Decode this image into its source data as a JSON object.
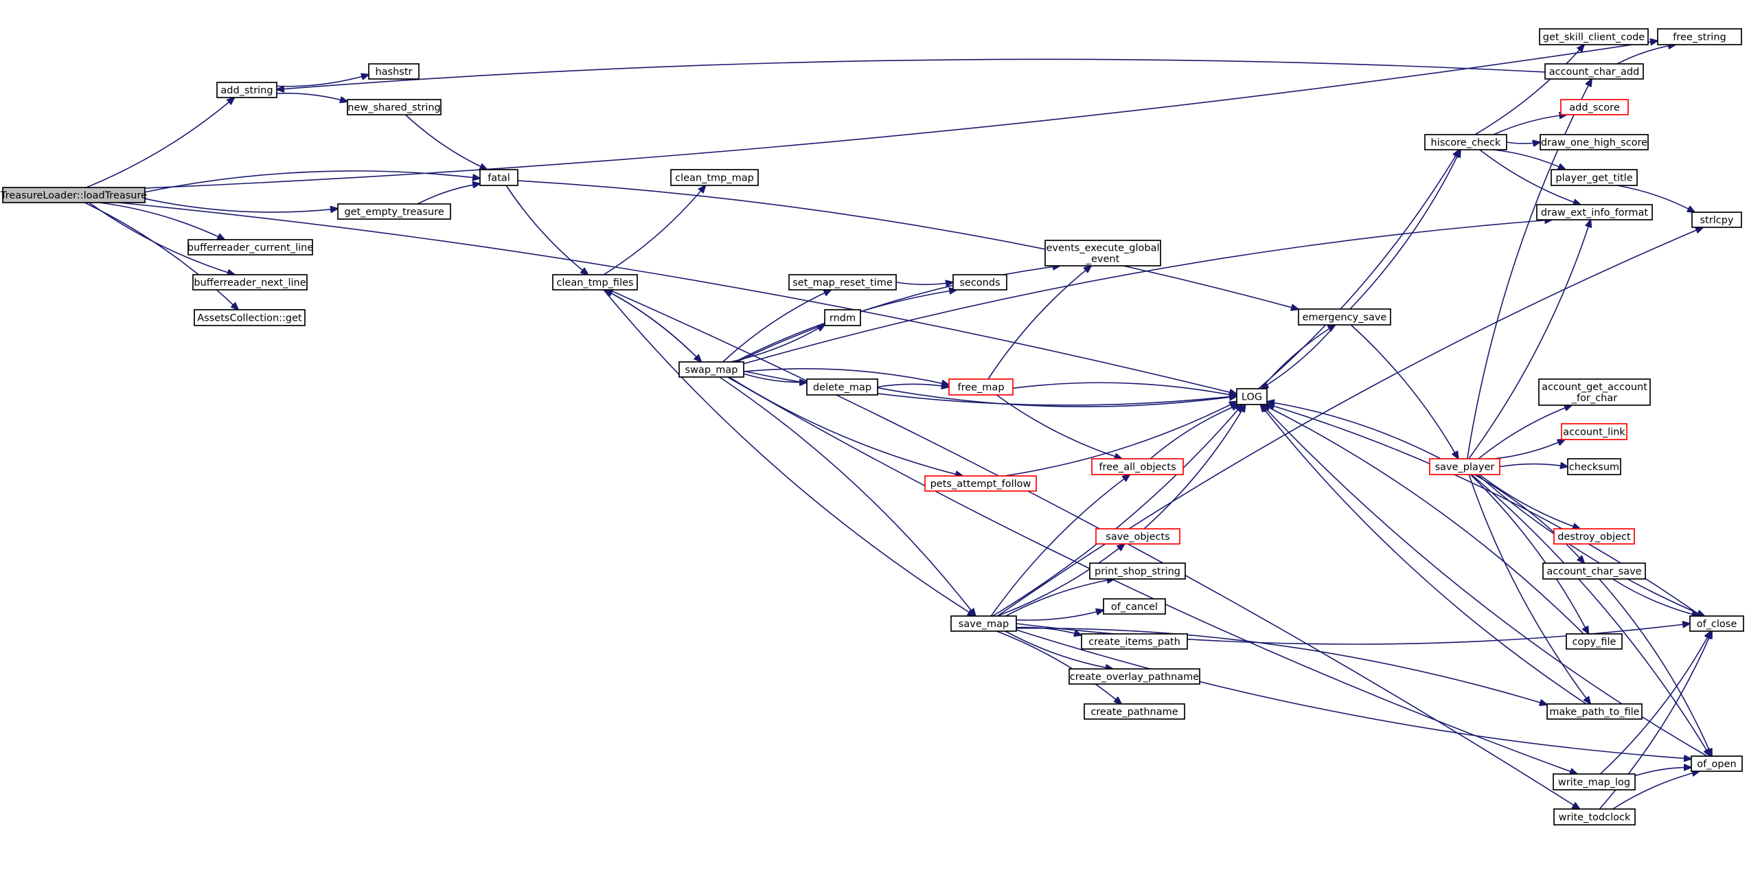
{
  "colors": {
    "edge": "#191970",
    "root_fill": "#bfbfbf",
    "box_border": "#000000",
    "truncated_border": "#ff0000",
    "background": "#ffffff"
  },
  "nodes": [
    {
      "id": "loadTreasure",
      "lines": [
        "TreasureLoader::loadTreasure"
      ],
      "style": "root"
    },
    {
      "id": "add_string",
      "lines": [
        "add_string"
      ]
    },
    {
      "id": "hashstr",
      "lines": [
        "hashstr"
      ]
    },
    {
      "id": "new_shared_string",
      "lines": [
        "new_shared_string"
      ]
    },
    {
      "id": "fatal",
      "lines": [
        "fatal"
      ]
    },
    {
      "id": "get_empty_treasure",
      "lines": [
        "get_empty_treasure"
      ]
    },
    {
      "id": "bufferreader_current_line",
      "lines": [
        "bufferreader_current_line"
      ]
    },
    {
      "id": "bufferreader_next_line",
      "lines": [
        "bufferreader_next_line"
      ]
    },
    {
      "id": "AssetsCollection_get",
      "lines": [
        "AssetsCollection::get"
      ]
    },
    {
      "id": "clean_tmp_map",
      "lines": [
        "clean_tmp_map"
      ]
    },
    {
      "id": "clean_tmp_files",
      "lines": [
        "clean_tmp_files"
      ]
    },
    {
      "id": "swap_map",
      "lines": [
        "swap_map"
      ]
    },
    {
      "id": "set_map_reset_time",
      "lines": [
        "set_map_reset_time"
      ]
    },
    {
      "id": "seconds",
      "lines": [
        "seconds"
      ]
    },
    {
      "id": "rndm",
      "lines": [
        "rndm"
      ]
    },
    {
      "id": "delete_map",
      "lines": [
        "delete_map"
      ]
    },
    {
      "id": "free_map",
      "lines": [
        "free_map"
      ],
      "style": "red"
    },
    {
      "id": "pets_attempt_follow",
      "lines": [
        "pets_attempt_follow"
      ],
      "style": "red"
    },
    {
      "id": "save_map",
      "lines": [
        "save_map"
      ]
    },
    {
      "id": "events_execute_global_event",
      "lines": [
        "events_execute_global",
        "_event"
      ]
    },
    {
      "id": "free_all_objects",
      "lines": [
        "free_all_objects"
      ],
      "style": "red"
    },
    {
      "id": "save_objects",
      "lines": [
        "save_objects"
      ],
      "style": "red"
    },
    {
      "id": "print_shop_string",
      "lines": [
        "print_shop_string"
      ]
    },
    {
      "id": "of_cancel",
      "lines": [
        "of_cancel"
      ]
    },
    {
      "id": "create_items_path",
      "lines": [
        "create_items_path"
      ]
    },
    {
      "id": "create_overlay_pathname",
      "lines": [
        "create_overlay_pathname"
      ]
    },
    {
      "id": "create_pathname",
      "lines": [
        "create_pathname"
      ]
    },
    {
      "id": "LOG",
      "lines": [
        "LOG"
      ]
    },
    {
      "id": "emergency_save",
      "lines": [
        "emergency_save"
      ]
    },
    {
      "id": "hiscore_check",
      "lines": [
        "hiscore_check"
      ]
    },
    {
      "id": "save_player",
      "lines": [
        "save_player"
      ],
      "style": "red"
    },
    {
      "id": "get_skill_client_code",
      "lines": [
        "get_skill_client_code"
      ]
    },
    {
      "id": "account_char_add",
      "lines": [
        "account_char_add"
      ]
    },
    {
      "id": "add_score",
      "lines": [
        "add_score"
      ],
      "style": "red"
    },
    {
      "id": "draw_one_high_score",
      "lines": [
        "draw_one_high_score"
      ]
    },
    {
      "id": "player_get_title",
      "lines": [
        "player_get_title"
      ]
    },
    {
      "id": "draw_ext_info_format",
      "lines": [
        "draw_ext_info_format"
      ]
    },
    {
      "id": "account_get_account_for_char",
      "lines": [
        "account_get_account",
        "_for_char"
      ]
    },
    {
      "id": "account_link",
      "lines": [
        "account_link"
      ],
      "style": "red"
    },
    {
      "id": "checksum",
      "lines": [
        "checksum"
      ]
    },
    {
      "id": "destroy_object",
      "lines": [
        "destroy_object"
      ],
      "style": "red"
    },
    {
      "id": "account_char_save",
      "lines": [
        "account_char_save"
      ]
    },
    {
      "id": "copy_file",
      "lines": [
        "copy_file"
      ]
    },
    {
      "id": "make_path_to_file",
      "lines": [
        "make_path_to_file"
      ]
    },
    {
      "id": "write_map_log",
      "lines": [
        "write_map_log"
      ]
    },
    {
      "id": "write_todclock",
      "lines": [
        "write_todclock"
      ]
    },
    {
      "id": "free_string",
      "lines": [
        "free_string"
      ]
    },
    {
      "id": "strlcpy",
      "lines": [
        "strlcpy"
      ]
    },
    {
      "id": "of_close",
      "lines": [
        "of_close"
      ]
    },
    {
      "id": "of_open",
      "lines": [
        "of_open"
      ]
    }
  ],
  "edges": [
    [
      "loadTreasure",
      "add_string"
    ],
    [
      "loadTreasure",
      "fatal"
    ],
    [
      "loadTreasure",
      "get_empty_treasure"
    ],
    [
      "loadTreasure",
      "bufferreader_current_line"
    ],
    [
      "loadTreasure",
      "bufferreader_next_line"
    ],
    [
      "loadTreasure",
      "AssetsCollection_get"
    ],
    [
      "loadTreasure",
      "free_string"
    ],
    [
      "loadTreasure",
      "LOG"
    ],
    [
      "add_string",
      "hashstr"
    ],
    [
      "add_string",
      "new_shared_string"
    ],
    [
      "new_shared_string",
      "fatal"
    ],
    [
      "get_empty_treasure",
      "fatal"
    ],
    [
      "fatal",
      "clean_tmp_files"
    ],
    [
      "fatal",
      "emergency_save"
    ],
    [
      "account_char_add",
      "add_string"
    ],
    [
      "account_char_add",
      "free_string"
    ],
    [
      "clean_tmp_files",
      "clean_tmp_map"
    ],
    [
      "clean_tmp_files",
      "swap_map"
    ],
    [
      "clean_tmp_files",
      "save_map"
    ],
    [
      "clean_tmp_files",
      "write_todclock"
    ],
    [
      "swap_map",
      "clean_tmp_files"
    ],
    [
      "swap_map",
      "set_map_reset_time"
    ],
    [
      "swap_map",
      "rndm"
    ],
    [
      "swap_map",
      "seconds"
    ],
    [
      "swap_map",
      "delete_map"
    ],
    [
      "swap_map",
      "free_map"
    ],
    [
      "swap_map",
      "LOG"
    ],
    [
      "swap_map",
      "events_execute_global_event"
    ],
    [
      "swap_map",
      "pets_attempt_follow"
    ],
    [
      "swap_map",
      "save_map"
    ],
    [
      "swap_map",
      "write_map_log"
    ],
    [
      "swap_map",
      "draw_ext_info_format"
    ],
    [
      "set_map_reset_time",
      "seconds"
    ],
    [
      "delete_map",
      "free_map"
    ],
    [
      "delete_map",
      "LOG"
    ],
    [
      "free_map",
      "events_execute_global_event"
    ],
    [
      "free_map",
      "free_all_objects"
    ],
    [
      "free_map",
      "LOG"
    ],
    [
      "pets_attempt_follow",
      "LOG"
    ],
    [
      "free_all_objects",
      "LOG"
    ],
    [
      "save_objects",
      "LOG"
    ],
    [
      "save_map",
      "free_all_objects"
    ],
    [
      "save_map",
      "save_objects"
    ],
    [
      "save_map",
      "print_shop_string"
    ],
    [
      "save_map",
      "of_cancel"
    ],
    [
      "save_map",
      "create_items_path"
    ],
    [
      "save_map",
      "create_overlay_pathname"
    ],
    [
      "save_map",
      "create_pathname"
    ],
    [
      "save_map",
      "LOG"
    ],
    [
      "save_map",
      "strlcpy"
    ],
    [
      "save_map",
      "of_close"
    ],
    [
      "save_map",
      "make_path_to_file"
    ],
    [
      "save_map",
      "of_open"
    ],
    [
      "LOG",
      "emergency_save"
    ],
    [
      "LOG",
      "hiscore_check"
    ],
    [
      "emergency_save",
      "LOG"
    ],
    [
      "emergency_save",
      "hiscore_check"
    ],
    [
      "emergency_save",
      "save_player"
    ],
    [
      "hiscore_check",
      "get_skill_client_code"
    ],
    [
      "hiscore_check",
      "add_score"
    ],
    [
      "hiscore_check",
      "draw_one_high_score"
    ],
    [
      "hiscore_check",
      "player_get_title"
    ],
    [
      "hiscore_check",
      "draw_ext_info_format"
    ],
    [
      "player_get_title",
      "strlcpy"
    ],
    [
      "save_player",
      "LOG"
    ],
    [
      "save_player",
      "account_char_add"
    ],
    [
      "save_player",
      "draw_ext_info_format"
    ],
    [
      "save_player",
      "account_get_account_for_char"
    ],
    [
      "save_player",
      "account_link"
    ],
    [
      "save_player",
      "checksum"
    ],
    [
      "save_player",
      "destroy_object"
    ],
    [
      "save_player",
      "account_char_save"
    ],
    [
      "save_player",
      "of_close"
    ],
    [
      "save_player",
      "copy_file"
    ],
    [
      "save_player",
      "make_path_to_file"
    ],
    [
      "save_player",
      "of_open"
    ],
    [
      "account_char_save",
      "of_close"
    ],
    [
      "account_char_save",
      "of_open"
    ],
    [
      "copy_file",
      "LOG"
    ],
    [
      "make_path_to_file",
      "LOG"
    ],
    [
      "of_close",
      "LOG"
    ],
    [
      "of_open",
      "LOG"
    ],
    [
      "write_map_log",
      "of_close"
    ],
    [
      "write_map_log",
      "of_open"
    ],
    [
      "write_todclock",
      "of_close"
    ],
    [
      "write_todclock",
      "of_open"
    ]
  ]
}
